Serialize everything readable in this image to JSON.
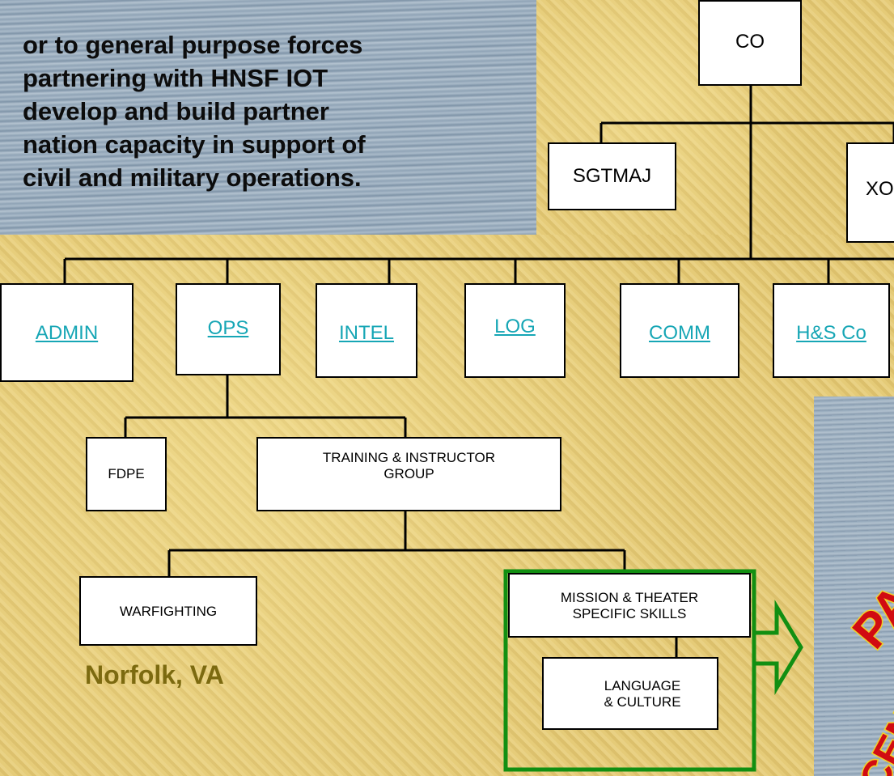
{
  "mission_text": [
    "or to general purpose forces",
    "partnering with HNSF IOT",
    "develop and build partner",
    "nation capacity in support of",
    "civil and military operations."
  ],
  "org": {
    "co": "CO",
    "sgtmaj": "SGTMAJ",
    "xo": "XO",
    "staff": [
      "ADMIN",
      "OPS",
      "INTEL",
      "LOG",
      "COMM",
      "H&S Co"
    ],
    "fdpe": "FDPE",
    "tig": [
      "TRAINING & INSTRUCTOR",
      "GROUP"
    ],
    "warfighting": "WARFIGHTING",
    "mission_skills": [
      "MISSION & THEATER",
      "SPECIFIC SKILLS"
    ],
    "language": [
      "LANGUAGE",
      "& CULTURE"
    ]
  },
  "location": "Norfolk, VA",
  "stamps": {
    "pac": "PAC",
    "cent": "CENTC"
  },
  "colors": {
    "link": "#16a6b5",
    "green_outline": "#128f12",
    "location_text": "#7c6a10"
  }
}
